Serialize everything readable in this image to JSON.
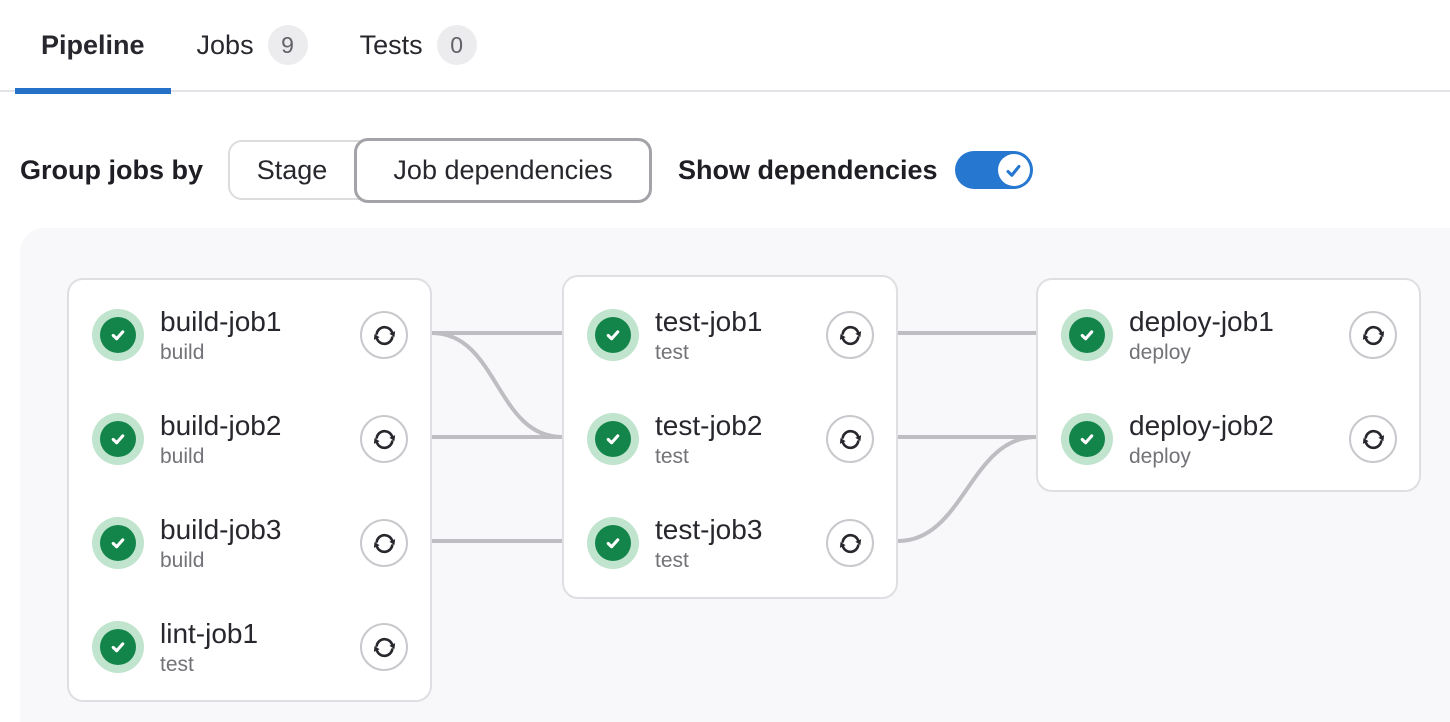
{
  "tabs": [
    {
      "label": "Pipeline",
      "active": true
    },
    {
      "label": "Jobs",
      "badge": "9",
      "active": false
    },
    {
      "label": "Tests",
      "badge": "0",
      "active": false
    }
  ],
  "controls": {
    "group_jobs_by_label": "Group jobs by",
    "group_options": [
      {
        "label": "Stage",
        "selected": false
      },
      {
        "label": "Job dependencies",
        "selected": true
      }
    ],
    "show_dependencies_label": "Show dependencies",
    "show_dependencies_on": true
  },
  "graph": {
    "columns": [
      {
        "jobs": [
          {
            "name": "build-job1",
            "stage": "build",
            "status": "success"
          },
          {
            "name": "build-job2",
            "stage": "build",
            "status": "success"
          },
          {
            "name": "build-job3",
            "stage": "build",
            "status": "success"
          },
          {
            "name": "lint-job1",
            "stage": "test",
            "status": "success"
          }
        ]
      },
      {
        "jobs": [
          {
            "name": "test-job1",
            "stage": "test",
            "status": "success"
          },
          {
            "name": "test-job2",
            "stage": "test",
            "status": "success"
          },
          {
            "name": "test-job3",
            "stage": "test",
            "status": "success"
          }
        ]
      },
      {
        "jobs": [
          {
            "name": "deploy-job1",
            "stage": "deploy",
            "status": "success"
          },
          {
            "name": "deploy-job2",
            "stage": "deploy",
            "status": "success"
          }
        ]
      }
    ],
    "links": [
      {
        "from": "build-job1",
        "to": "test-job1"
      },
      {
        "from": "build-job1",
        "to": "test-job2"
      },
      {
        "from": "build-job2",
        "to": "test-job2"
      },
      {
        "from": "build-job3",
        "to": "test-job3"
      },
      {
        "from": "test-job1",
        "to": "deploy-job1"
      },
      {
        "from": "test-job2",
        "to": "deploy-job2"
      },
      {
        "from": "test-job3",
        "to": "deploy-job2"
      }
    ]
  },
  "icons": {
    "status_success": "check-circle-icon",
    "retry": "retry-icon",
    "toggle_check": "check-icon"
  },
  "colors": {
    "accent_blue": "#2571c7",
    "toggle_blue": "#2577cf",
    "success_green": "#13854a",
    "success_green_bg": "#c0e4cd",
    "badge_bg": "#ececef",
    "badge_text": "#626168",
    "dependency_line": "#bdbdc2",
    "graph_bg": "#f8f8fa",
    "card_border": "#dfdfe3",
    "text_primary": "#28272d",
    "text_secondary": "#737278"
  }
}
